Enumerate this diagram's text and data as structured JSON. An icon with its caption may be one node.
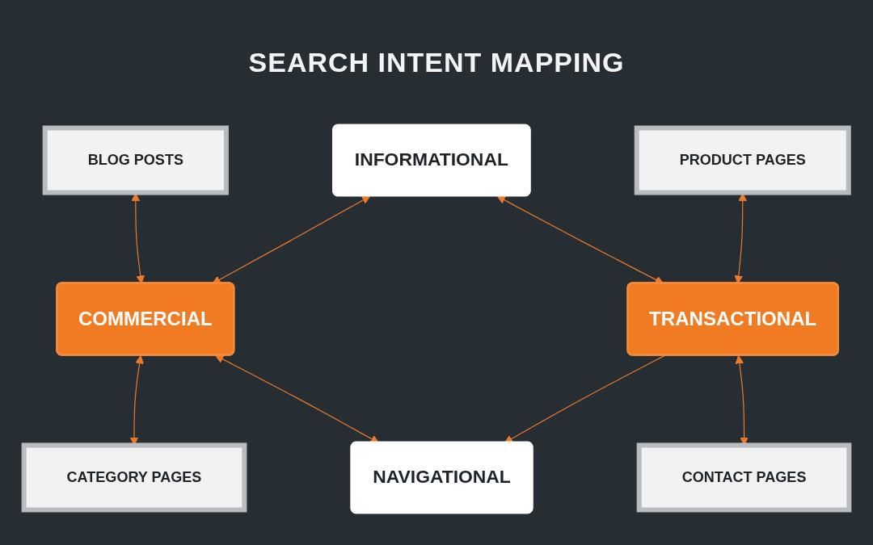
{
  "diagram": {
    "title": "SEARCH INTENT MAPPING",
    "nodes": [
      {
        "text": [
          "BLOG POSTS"
        ]
      },
      {
        "text": [
          "INFORMATIONAL"
        ]
      },
      {
        "text": [
          "PRODUCT PAGES"
        ]
      },
      {
        "text": [
          "COMMERCIAL"
        ]
      },
      {
        "text": [
          "TRANSACTIONAL"
        ]
      },
      {
        "text": [
          "CATEGORY PAGES"
        ]
      },
      {
        "text": [
          "NAVIGATIONAL"
        ]
      },
      {
        "text": [
          "CONTACT PAGES"
        ]
      }
    ],
    "edges": [
      {
        "from": 0,
        "to": 3,
        "arrow": "both"
      },
      {
        "from": 1,
        "to": 3,
        "arrow": "both"
      },
      {
        "from": 1,
        "to": 4,
        "arrow": "both"
      },
      {
        "from": 2,
        "to": 4,
        "arrow": "both"
      },
      {
        "from": 3,
        "to": 5,
        "arrow": "both"
      },
      {
        "from": 3,
        "to": 6,
        "arrow": "both"
      },
      {
        "from": 4,
        "to": 6,
        "arrow": "to"
      },
      {
        "from": 4,
        "to": 7,
        "arrow": "both"
      }
    ]
  }
}
